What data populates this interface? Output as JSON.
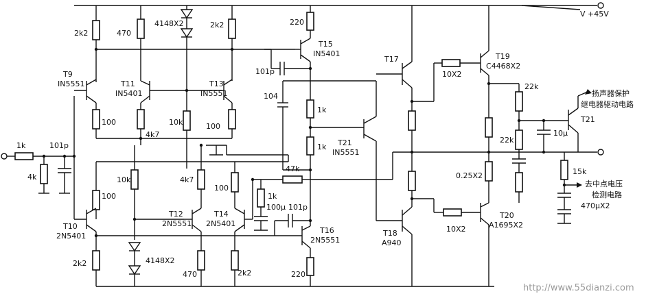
{
  "supply": "V +45V",
  "input_label": "1k",
  "labels": {
    "r_in": "1k",
    "c_in": "101p",
    "r_4k": "4k",
    "r_2k2_t9": "2k2",
    "r_470_t11": "470",
    "d_top": "4148X2",
    "r_2k2_t13": "2k2",
    "r_220_t15": "220",
    "t9": "T9",
    "t9_part": "IN5551",
    "t11": "T11",
    "t11_part": "IN5401",
    "t13": "T13",
    "t13_part": "IN5551",
    "t15": "T15",
    "t15_part": "IN5401",
    "c_101p_top": "101p",
    "c_104": "104",
    "r_1k_a": "1k",
    "r_1k_b": "1k",
    "t21_mid": "T21",
    "t21_mid_part": "IN5551",
    "r_100_t9": "100",
    "r_4k7_top": "4k7",
    "r_10k_top": "10k",
    "r_100_t13": "100",
    "t17": "T17",
    "t18": "T18",
    "t18_part": "A940",
    "r_10x2_top": "10X2",
    "t19": "T19",
    "t19_part": "C4468X2",
    "r_22k_a": "22k",
    "r_22k_b": "22k",
    "spk_protect": "扬声器保护",
    "relay_drive": "继电器驱动电路",
    "t21_right": "T21",
    "c_10u": "10μ",
    "r_025x2": "0.25X2",
    "r_15k": "15k",
    "mid_point": "去中点电压",
    "detect_circuit": "检测电路",
    "c_470u": "470μX2",
    "r_10x2_bot": "10X2",
    "t20": "T20",
    "t20_part": "A1695X2",
    "t10": "T10",
    "t10_part": "2N5401",
    "r_100_t10": "100",
    "r_2k2_t10": "2k2",
    "r_10k_bot": "10k",
    "d_bot": "4148X2",
    "r_4k7_bot": "4k7",
    "t12": "T12",
    "t12_part": "2N5551",
    "t14": "T14",
    "t14_part": "2N5401",
    "r_470_bot": "470",
    "r_2k2_bot": "2k2",
    "r_100_t14": "100",
    "r_1k_mid": "1k",
    "r_47k": "47k",
    "c_100u": "100μ",
    "c_101p_bot": "101p",
    "t16": "T16",
    "t16_part": "2N5551",
    "r_220_t16": "220",
    "watermark": "http://www.55dianzi.com"
  }
}
